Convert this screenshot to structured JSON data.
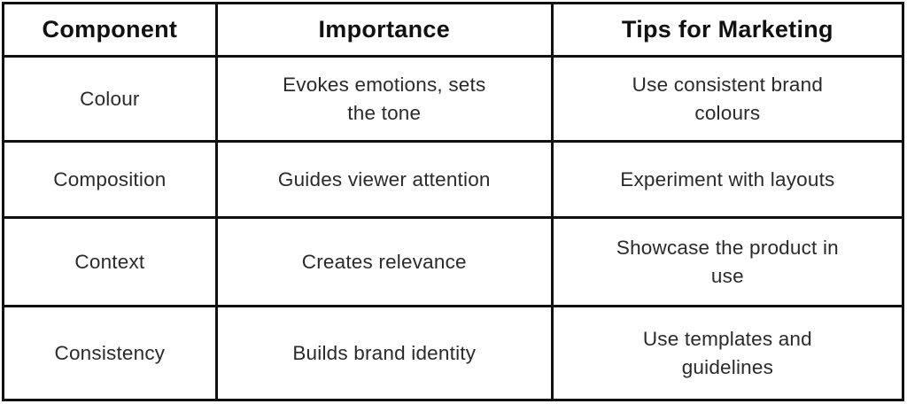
{
  "table": {
    "columns": [
      {
        "label": "Component"
      },
      {
        "label": "Importance"
      },
      {
        "label": "Tips for Marketing"
      }
    ],
    "rows": [
      {
        "component": "Colour",
        "importance": "Evokes emotions, sets\nthe tone",
        "tips": "Use consistent brand\ncolours"
      },
      {
        "component": "Composition",
        "importance": "Guides viewer attention",
        "tips": "Experiment with layouts"
      },
      {
        "component": "Context",
        "importance": "Creates relevance",
        "tips": "Showcase the product in\nuse"
      },
      {
        "component": "Consistency",
        "importance": "Builds brand identity",
        "tips": "Use templates and\nguidelines"
      }
    ],
    "colors": {
      "border": "#111111",
      "header_text": "#111111",
      "body_text": "#2a2a2a",
      "background": "#ffffff"
    }
  },
  "chart_data": {
    "type": "table",
    "title": "",
    "columns": [
      "Component",
      "Importance",
      "Tips for Marketing"
    ],
    "rows": [
      [
        "Colour",
        "Evokes emotions, sets the tone",
        "Use consistent brand colours"
      ],
      [
        "Composition",
        "Guides viewer attention",
        "Experiment with layouts"
      ],
      [
        "Context",
        "Creates relevance",
        "Showcase the product in use"
      ],
      [
        "Consistency",
        "Builds brand identity",
        "Use templates and guidelines"
      ]
    ]
  }
}
